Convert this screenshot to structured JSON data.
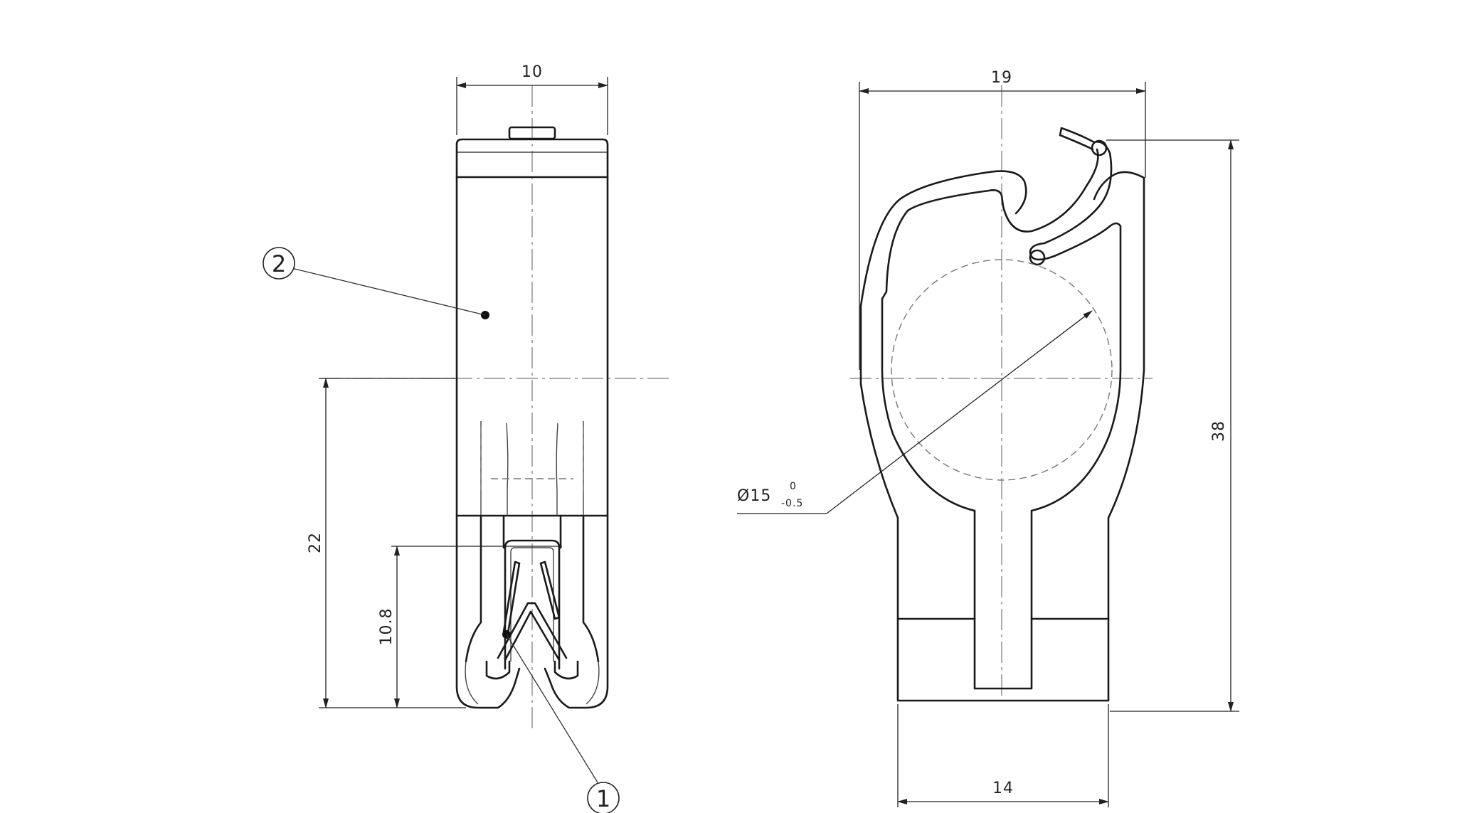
{
  "drawing": {
    "dimensions": {
      "side_width": "10",
      "side_height_22": "22",
      "side_height_10_8": "10.8",
      "front_width_19": "19",
      "front_width_14": "14",
      "front_height_38": "38",
      "diameter_main": "Ø15",
      "diameter_tol_upper": "0",
      "diameter_tol_lower": "-0.5"
    },
    "balloons": {
      "part_1": "1",
      "part_2": "2"
    }
  }
}
